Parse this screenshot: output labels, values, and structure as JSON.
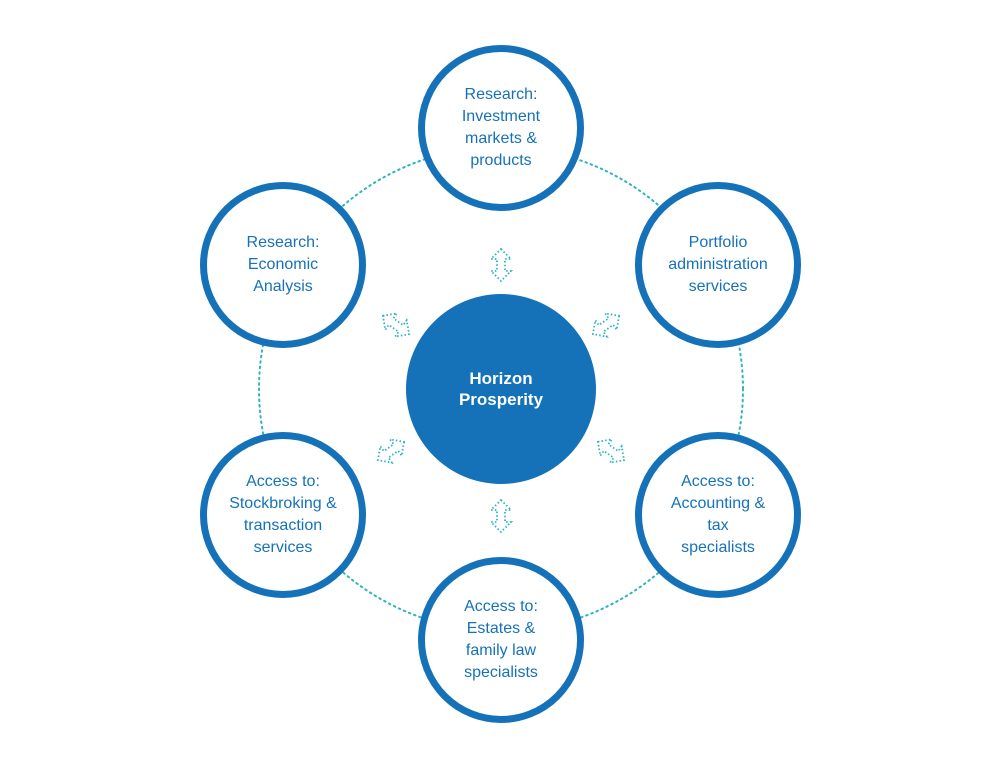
{
  "colors": {
    "primary": "#1572b8",
    "accent": "#2bb5bd",
    "background": "#ffffff"
  },
  "center": {
    "label": "Horizon\nProsperity"
  },
  "nodes": [
    {
      "id": "research-investment",
      "label": "Research:\nInvestment\nmarkets &\nproducts"
    },
    {
      "id": "portfolio-admin",
      "label": "Portfolio\nadministration\nservices"
    },
    {
      "id": "accounting-tax",
      "label": "Access to:\nAccounting &\ntax\nspecialists"
    },
    {
      "id": "estates-family-law",
      "label": "Access to:\nEstates &\nfamily law\nspecialists"
    },
    {
      "id": "stockbroking",
      "label": "Access to:\nStockbroking &\ntransaction\nservices"
    },
    {
      "id": "research-economic",
      "label": "Research:\nEconomic\nAnalysis"
    }
  ],
  "connectors": {
    "ring_style": "dotted",
    "arrow_icon": "double-headed-dotted-arrow"
  }
}
